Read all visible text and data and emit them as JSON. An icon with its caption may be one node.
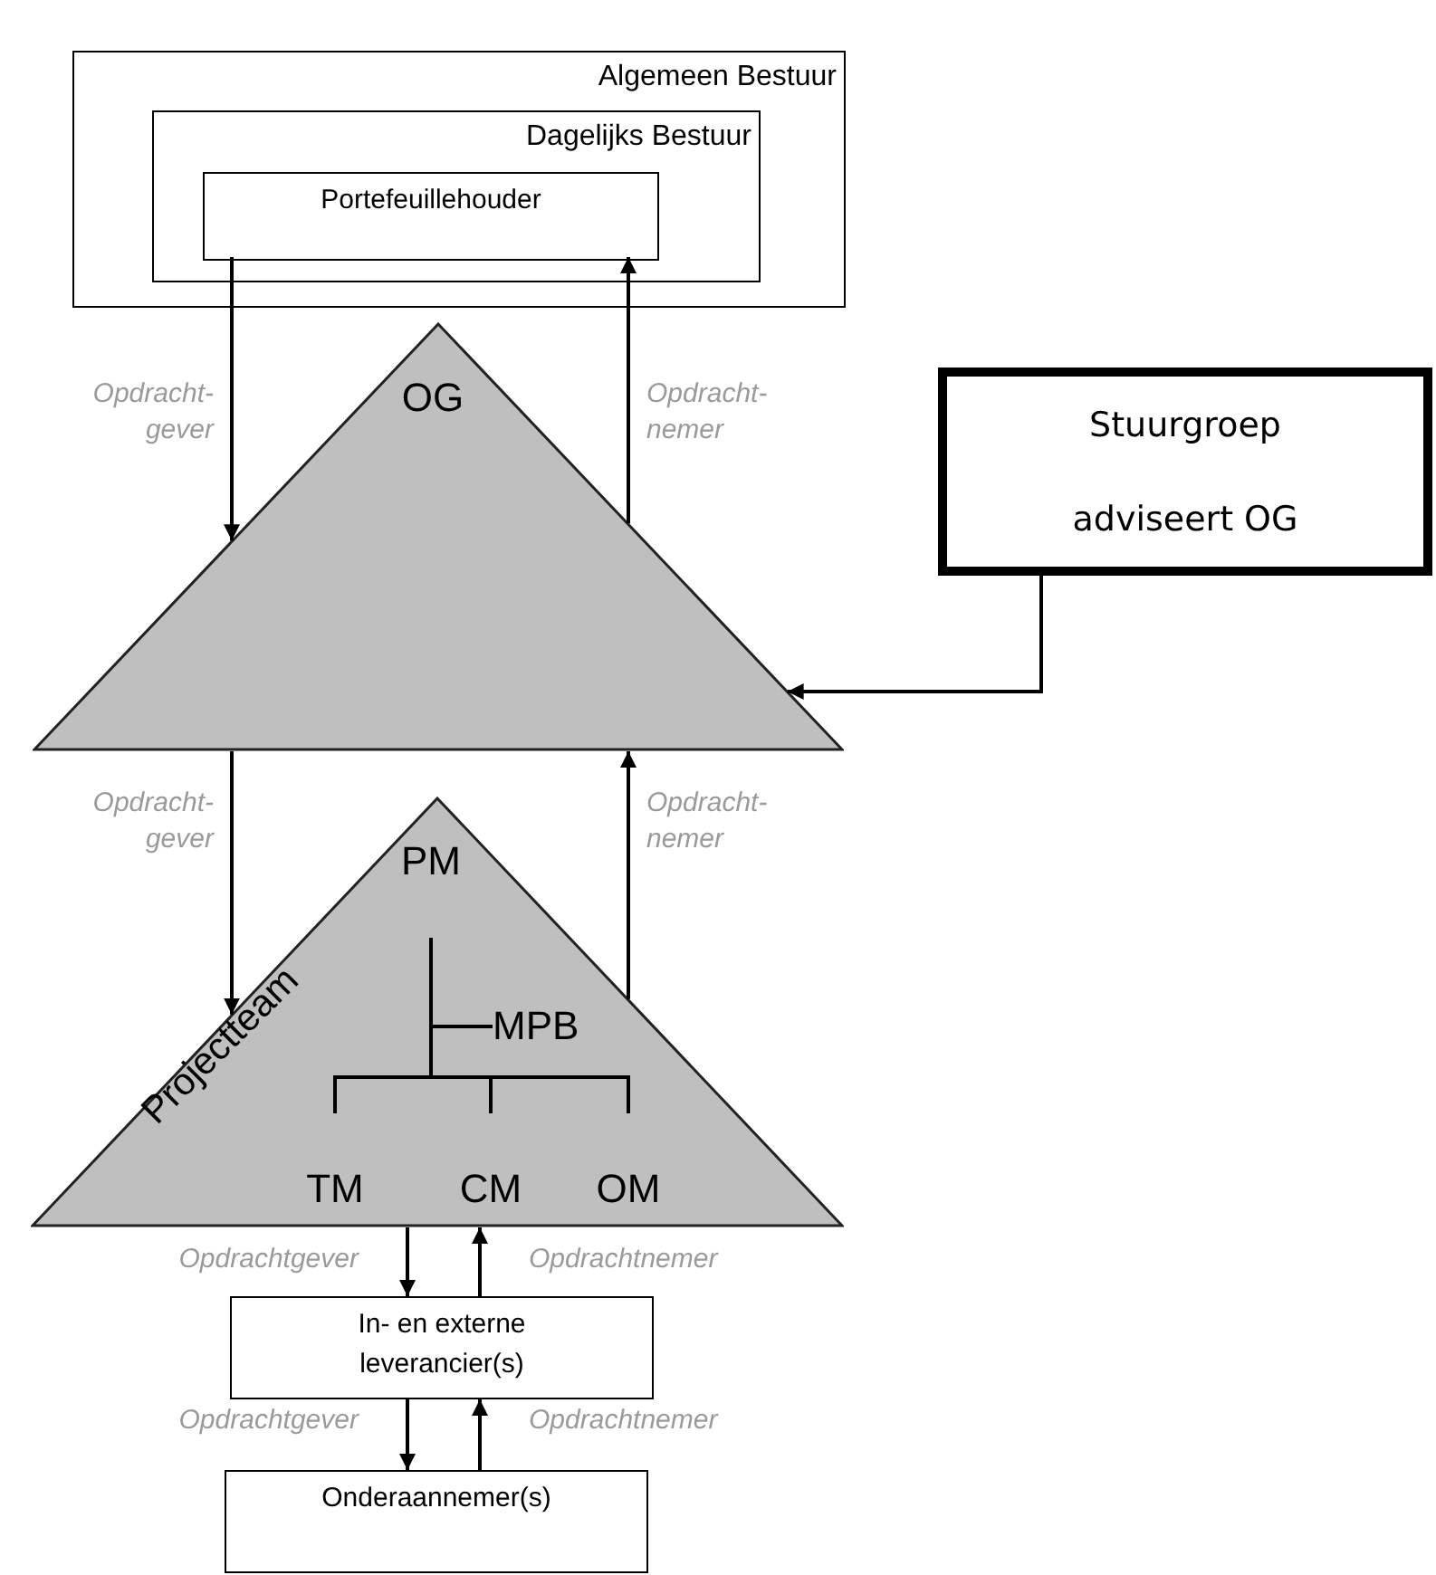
{
  "diagram": {
    "nodes": [
      {
        "text": [
          "Algemeen Bestuur"
        ]
      },
      {
        "text": [
          "Dagelijks Bestuur"
        ],
        "in": 0
      },
      {
        "text": [
          "Portefeuillehouder"
        ],
        "in": 1
      },
      {
        "text": [
          "OG"
        ]
      },
      {
        "text": [
          "Stuurgroep adviseert OG"
        ]
      },
      {
        "text": [
          "Projectteam"
        ]
      },
      {
        "text": [
          "PM"
        ],
        "in": 5
      },
      {
        "text": [
          "MPB"
        ],
        "in": 5
      },
      {
        "text": [
          "TM"
        ],
        "in": 5
      },
      {
        "text": [
          "CM"
        ],
        "in": 5
      },
      {
        "text": [
          "OM"
        ],
        "in": 5
      },
      {
        "text": [
          "In- en externe leverancier(s)"
        ]
      },
      {
        "text": [
          "Onderaannemer(s)"
        ]
      }
    ],
    "edges": [
      {
        "from": 2,
        "to": 3,
        "arrow": "to",
        "label": "Opdracht- gever"
      },
      {
        "from": 3,
        "to": 2,
        "arrow": "to",
        "label": "Opdracht- nemer"
      },
      {
        "from": 4,
        "to": 3,
        "arrow": "to"
      },
      {
        "from": 3,
        "to": 5,
        "arrow": "to",
        "label": "Opdracht- gever"
      },
      {
        "from": 5,
        "to": 3,
        "arrow": "to",
        "label": "Opdracht- nemer"
      },
      {
        "from": 6,
        "to": 7,
        "arrow": "none"
      },
      {
        "from": 6,
        "to": 8,
        "arrow": "none"
      },
      {
        "from": 6,
        "to": 9,
        "arrow": "none"
      },
      {
        "from": 6,
        "to": 10,
        "arrow": "none"
      },
      {
        "from": 5,
        "to": 11,
        "arrow": "to",
        "label": "Opdrachtgever"
      },
      {
        "from": 11,
        "to": 5,
        "arrow": "to",
        "label": "Opdrachtnemer"
      },
      {
        "from": 11,
        "to": 12,
        "arrow": "to",
        "label": "Opdrachtgever"
      },
      {
        "from": 12,
        "to": 11,
        "arrow": "to",
        "label": "Opdrachtnemer"
      }
    ]
  }
}
